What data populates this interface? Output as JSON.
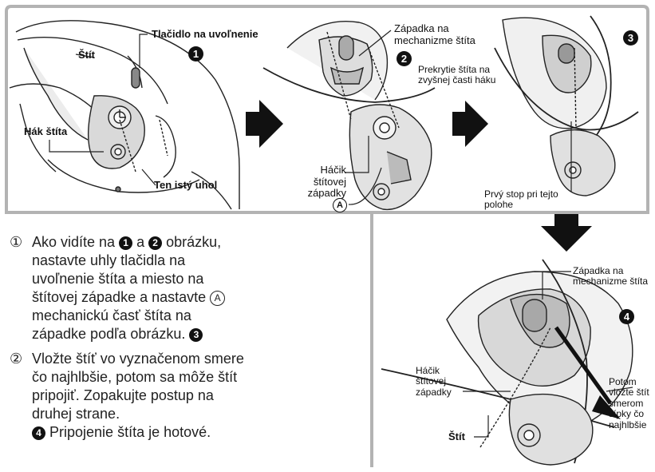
{
  "labels": {
    "release_button": "Tlačidlo na uvoľnenie",
    "shield": "Štít",
    "shield_hook": "Hák štíta",
    "certain_angle": "Ten istý uhol",
    "latch_on_mechanism": "Západka na mechanizme štíta",
    "cover_upper_hook": "Prekrytie štíta na zvyšnej časti háku",
    "hook_latch": "Háčik štítovej západky",
    "first_stop": "Prvý stop pri tejto polohe",
    "latch_on_mechanism_2": "Západka na mechanizme štíta",
    "insert_shield": "Potom vložte štít smerom šípky čo najhlbšie",
    "hook_latch_2": "Háčik štítovej západky",
    "shield_2": "Štít"
  },
  "markers": {
    "one": "1",
    "two": "2",
    "three": "3",
    "four": "4",
    "a": "A"
  },
  "instructions": {
    "step1": {
      "num": "①",
      "t1": "Ako vidíte na",
      "t2": "a",
      "t3": "obrázku, nastavte uhly tlačidla na uvoľnenie štíta a miesto na štítovej západke a nastavte",
      "t4": "mechanickú časť štíta na západke podľa obrázku."
    },
    "step2": {
      "num": "②",
      "t1": "Vložte štíť vo vyznačenom smere čo najhlbšie, potom sa môže štít pripojiť. Zopakujte postup na druhej strane.",
      "t2": "Pripojenie štíta je hotové."
    }
  },
  "colors": {
    "frame": "#b3b3b3",
    "line": "#222222",
    "fill_light": "#e6e6e6",
    "fill_mid": "#bdbdbd",
    "arrow": "#111111"
  }
}
